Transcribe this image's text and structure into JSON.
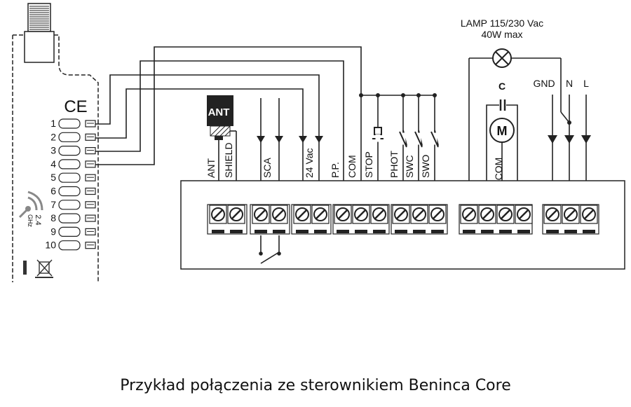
{
  "module": {
    "ce_mark": "CE",
    "pins": [
      "1",
      "2",
      "3",
      "4",
      "5",
      "6",
      "7",
      "8",
      "9",
      "10"
    ],
    "freq_label_1": "2.4",
    "freq_label_2": "GHz"
  },
  "antenna": {
    "badge": "ANT"
  },
  "terminals": [
    "ANT",
    "SHIELD",
    "SCA",
    "24 Vac",
    "P.P.",
    "COM",
    "STOP",
    "PHOT",
    "SWC",
    "SWO"
  ],
  "motor": {
    "symbol": "M",
    "capacitor": "C",
    "com": "COM"
  },
  "lamp": {
    "line1": "LAMP 115/230 Vac",
    "line2": "40W max"
  },
  "power": [
    "GND",
    "N",
    "L"
  ],
  "caption": "Przykład połączenia ze sterownikiem Beninca Core"
}
